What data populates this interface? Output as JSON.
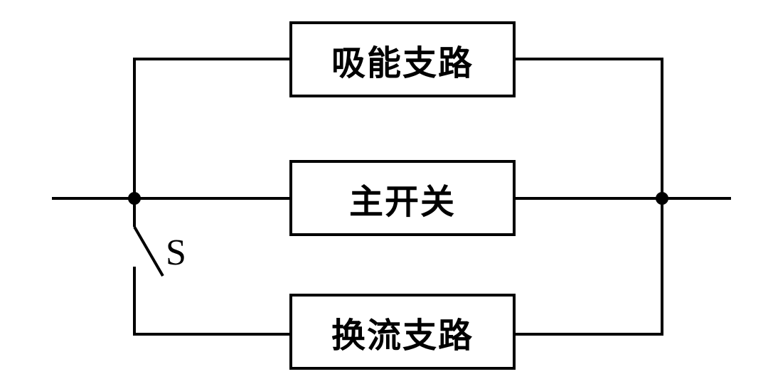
{
  "diagram": {
    "type": "circuit-block-diagram",
    "colors": {
      "line": "#000000",
      "background": "#ffffff"
    },
    "blocks": [
      {
        "id": "energy-absorption-branch",
        "label": "吸能支路"
      },
      {
        "id": "main-switch",
        "label": "主开关"
      },
      {
        "id": "commutation-branch",
        "label": "换流支路"
      }
    ],
    "switch": {
      "label": "S",
      "state": "open"
    },
    "junctions": [
      {
        "id": "left-node"
      },
      {
        "id": "right-node"
      }
    ]
  }
}
